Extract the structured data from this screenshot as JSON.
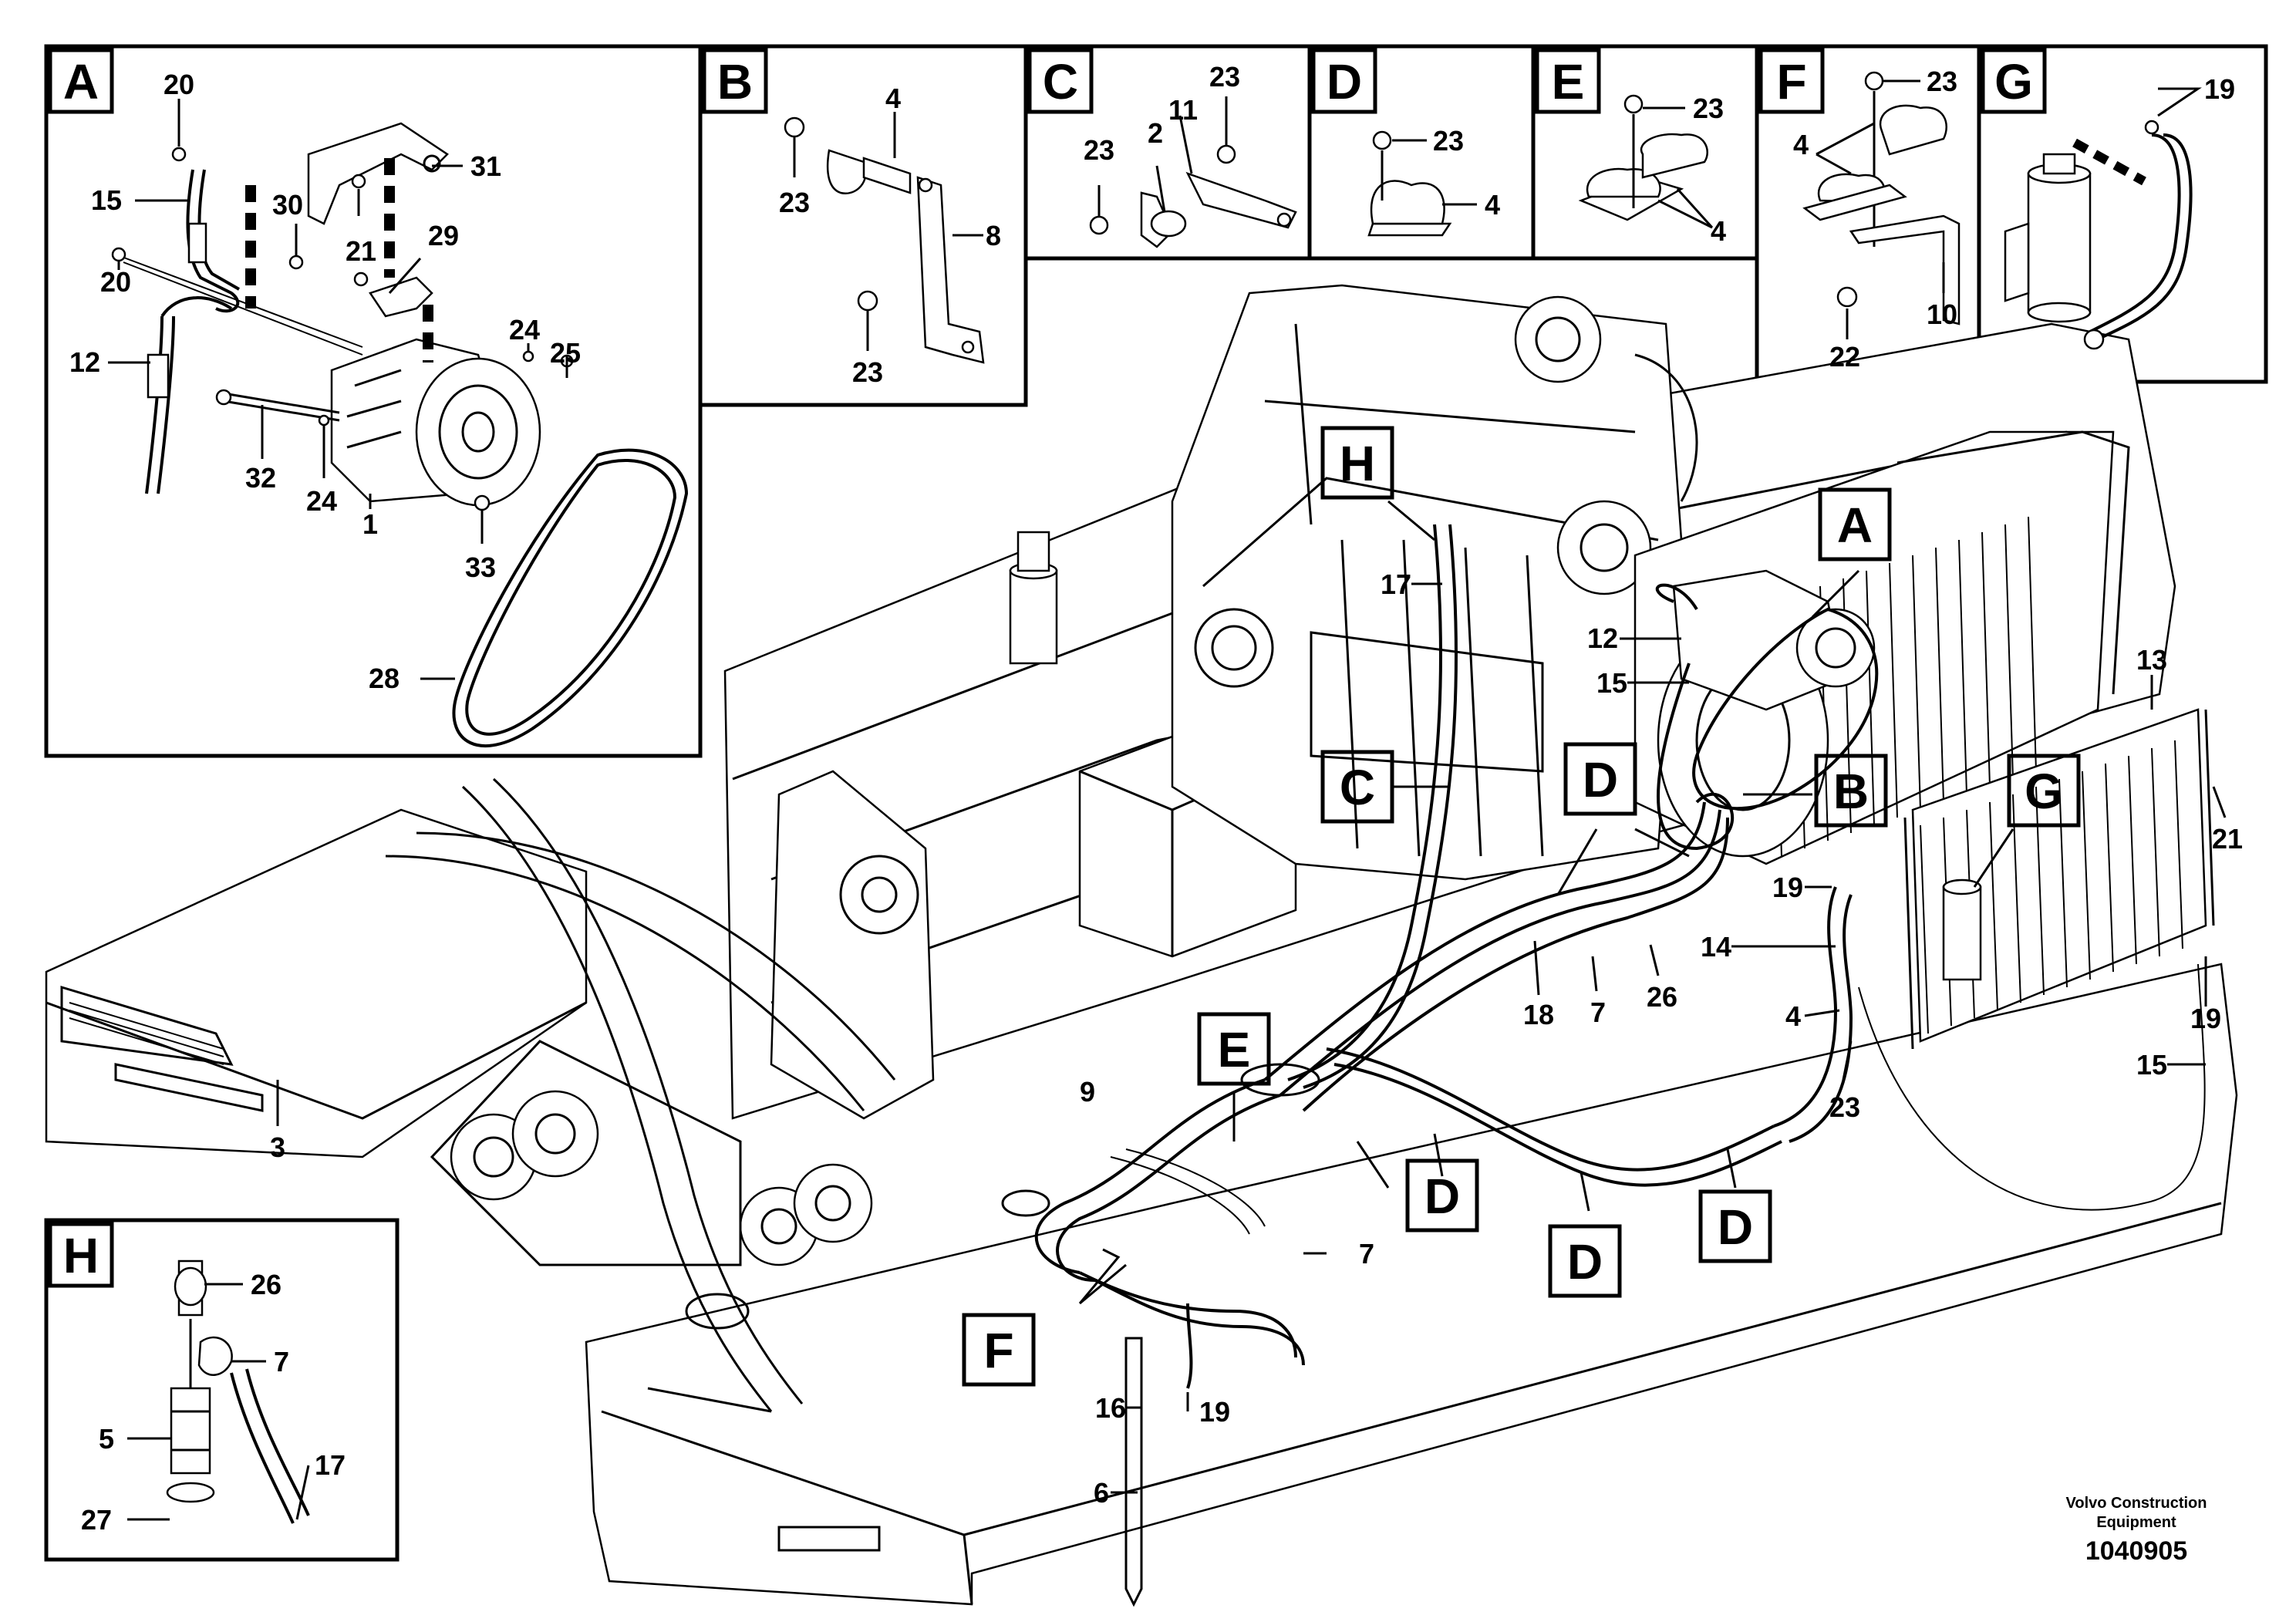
{
  "detail_A": {
    "letter": "A",
    "labels": [
      "20",
      "31",
      "15",
      "30",
      "21",
      "29",
      "20",
      "24",
      "25",
      "12",
      "32",
      "24",
      "1",
      "33",
      "28"
    ]
  },
  "detail_B": {
    "letter": "B",
    "labels": [
      "4",
      "23",
      "8",
      "23"
    ]
  },
  "detail_C": {
    "letter": "C",
    "labels": [
      "23",
      "11",
      "23",
      "2"
    ]
  },
  "detail_D": {
    "letter": "D",
    "labels": [
      "23",
      "4"
    ]
  },
  "detail_E": {
    "letter": "E",
    "labels": [
      "23",
      "4"
    ]
  },
  "detail_F": {
    "letter": "F",
    "labels": [
      "23",
      "4",
      "22",
      "10"
    ]
  },
  "detail_G": {
    "letter": "G",
    "labels": [
      "19"
    ]
  },
  "detail_H": {
    "letter": "H",
    "labels": [
      "26",
      "7",
      "5",
      "17",
      "27"
    ]
  },
  "main": {
    "callouts": [
      "H",
      "A",
      "C",
      "D",
      "B",
      "G",
      "E",
      "D",
      "D",
      "D",
      "F"
    ],
    "labels": [
      "17",
      "12",
      "15",
      "13",
      "21",
      "19",
      "14",
      "4",
      "23",
      "15",
      "19",
      "18",
      "7",
      "26",
      "9",
      "3",
      "7",
      "16",
      "19",
      "6"
    ]
  },
  "footer": {
    "company_line1": "Volvo Construction",
    "company_line2": "Equipment",
    "drawing_number": "1040905"
  }
}
